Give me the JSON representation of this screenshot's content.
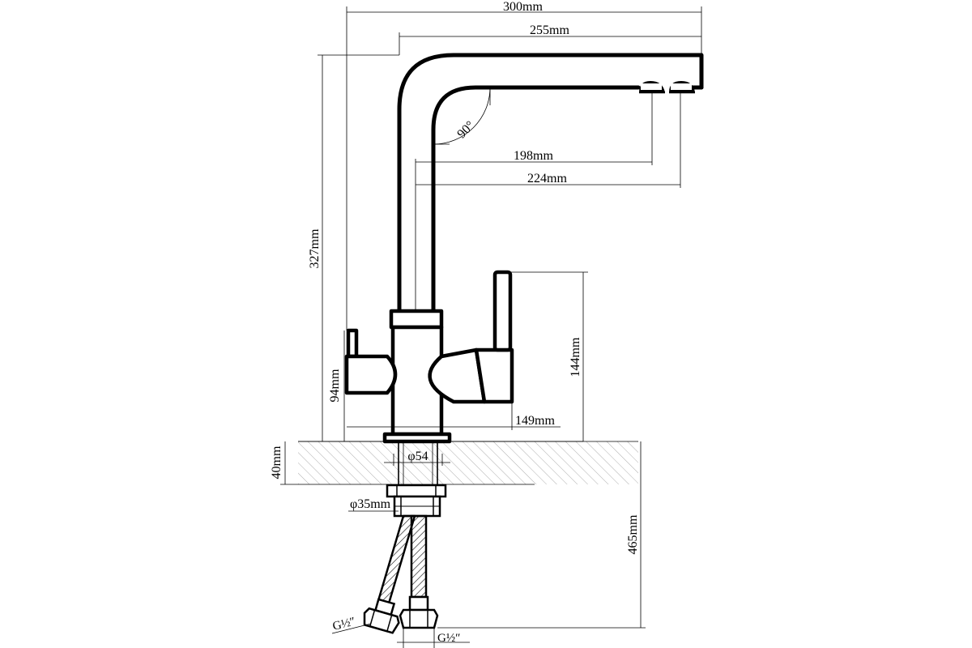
{
  "dimensions": {
    "overall_width": "300mm",
    "spout_reach": "255mm",
    "spout_angle": "90°",
    "outlet1_reach": "198mm",
    "outlet2_reach": "224mm",
    "overall_height": "327mm",
    "handle_height": "144mm",
    "left_handle_height": "94mm",
    "body_width": "149mm",
    "base_diameter": "φ54",
    "countertop_thickness": "40mm",
    "shank_diameter": "φ35mm",
    "hose_length": "465mm",
    "thread_left": "G½″",
    "thread_bottom": "G½″"
  }
}
